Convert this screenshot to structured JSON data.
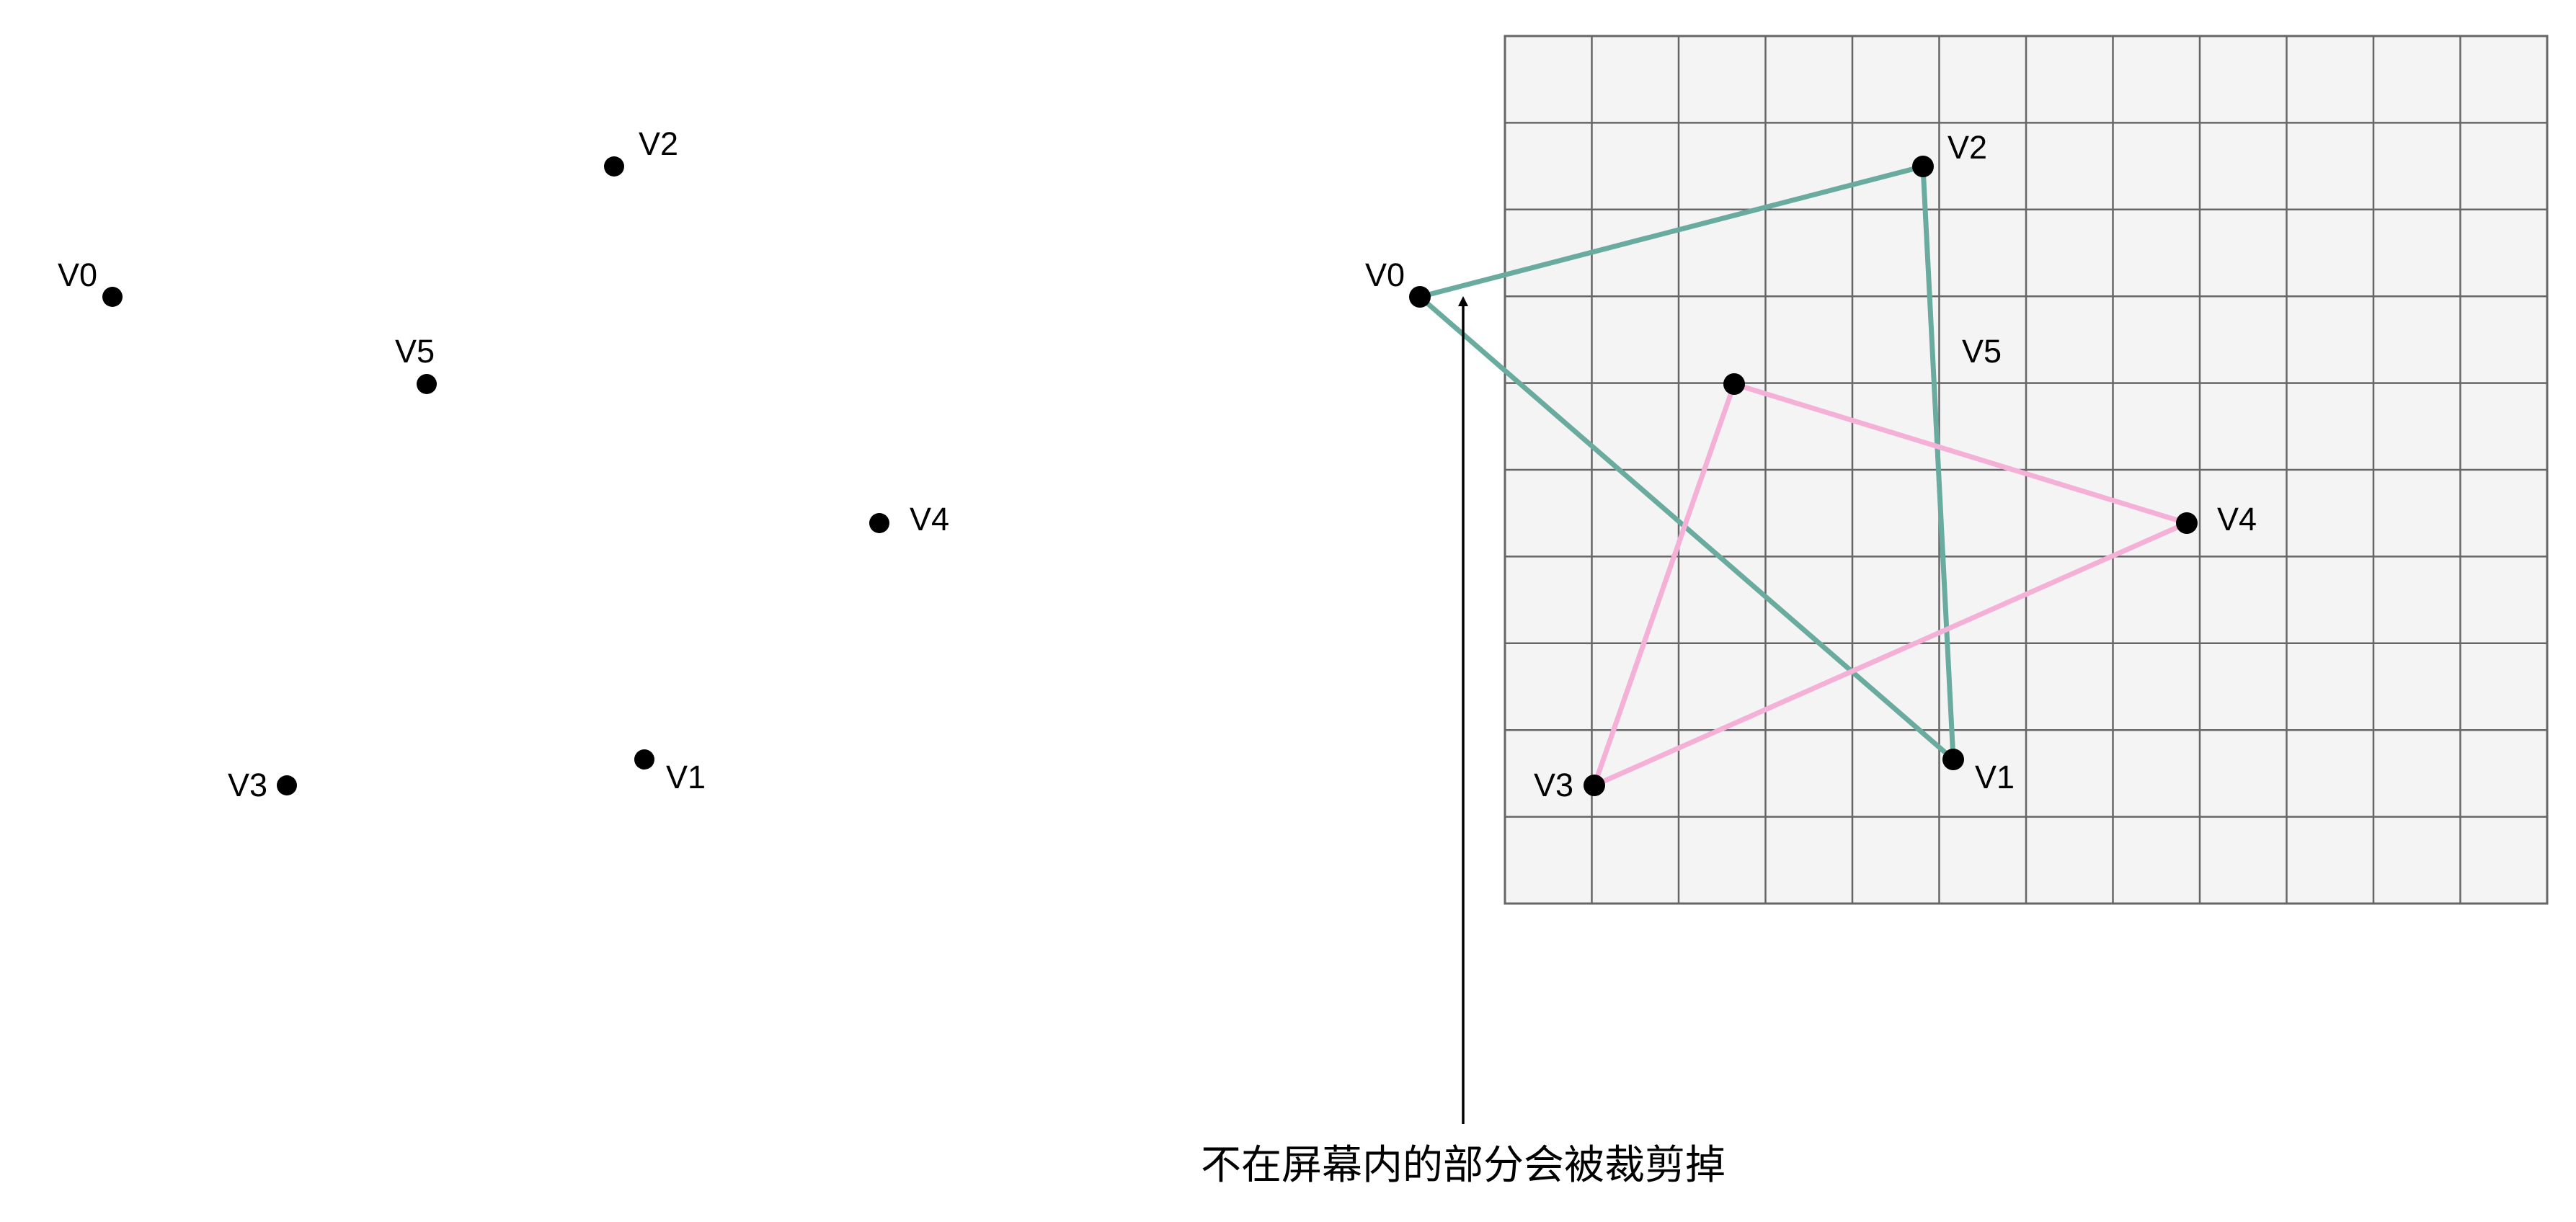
{
  "colors": {
    "background": "#ffffff",
    "grid_fill": "#f4f4f4",
    "grid_line": "#666666",
    "point": "#000000",
    "triangle_a": "#6aab9f",
    "triangle_b": "#f5b0d8",
    "arrow": "#000000"
  },
  "vertex_labels": {
    "v0": "V0",
    "v1": "V1",
    "v2": "V2",
    "v3": "V3",
    "v4": "V4",
    "v5": "V5"
  },
  "caption": "不在屏幕内的部分会被裁剪掉"
}
